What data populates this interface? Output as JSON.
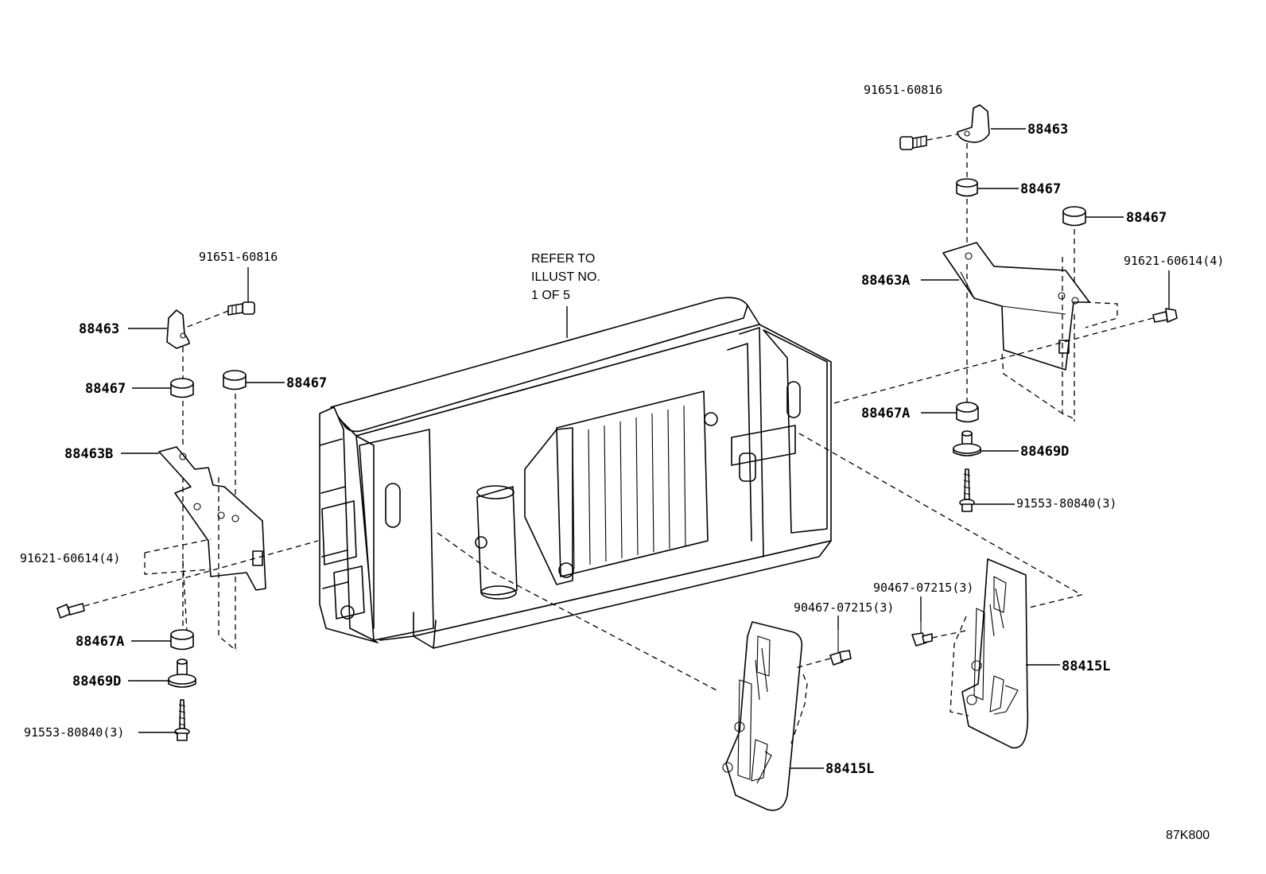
{
  "refer_note": {
    "line1": "REFER TO",
    "line2": "ILLUST NO.",
    "line3": "1 OF 5"
  },
  "figure_code": "87K800",
  "callouts": {
    "right_bolt_top": "91651-60816",
    "right_bracket_top": "88463",
    "right_cushion_upper": "88467",
    "right_cushion_outer": "88467",
    "right_bracket_main": "88463A",
    "right_bolt_side": "91621-60614(4)",
    "right_cushion_lower": "88467A",
    "right_collar": "88469D",
    "right_screw": "91553-80840(3)",
    "clip_right": "90467-07215(3)",
    "clip_center": "90467-07215(3)",
    "cover_right": "88415L",
    "cover_center": "88415L",
    "left_bolt_top": "91651-60816",
    "left_bracket_top": "88463",
    "left_cushion_upper": "88467",
    "left_cushion_outer": "88467",
    "left_bracket_main": "88463B",
    "left_bolt_side": "91621-60614(4)",
    "left_cushion_lower": "88467A",
    "left_collar": "88469D",
    "left_screw": "91553-80840(3)"
  }
}
